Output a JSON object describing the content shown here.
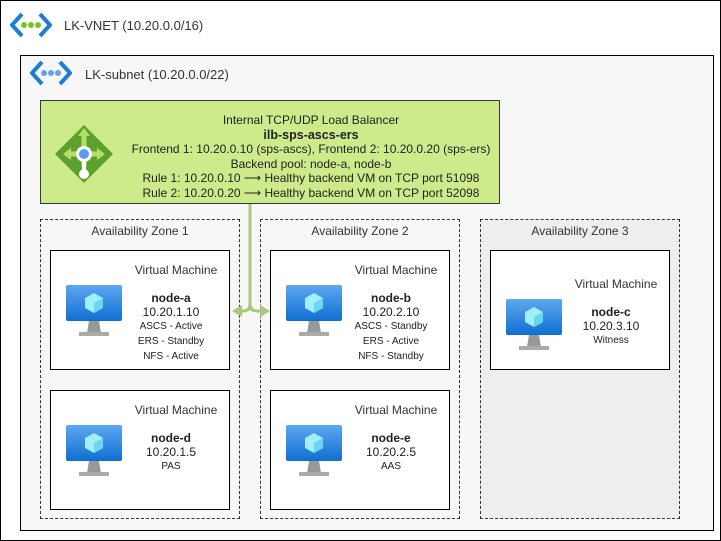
{
  "vnet": {
    "label": "LK-VNET (10.20.0.0/16)"
  },
  "subnet": {
    "label": "LK-subnet (10.20.0.0/22)"
  },
  "load_balancer": {
    "type": "Internal TCP/UDP Load Balancer",
    "name": "ilb-sps-ascs-ers",
    "frontends": "Frontend 1: 10.20.0.10 (sps-ascs), Frontend 2: 10.20.0.20 (sps-ers)",
    "backend_pool": "Backend pool: node-a, node-b",
    "rule1": "Rule 1: 10.20.0.10 ⟶ Healthy backend VM on TCP port 51098",
    "rule2": "Rule 2: 10.20.0.20 ⟶ Healthy backend VM on TCP port 52098"
  },
  "zones": [
    {
      "label": "Availability Zone 1"
    },
    {
      "label": "Availability Zone 2"
    },
    {
      "label": "Availability Zone 3"
    }
  ],
  "vms": {
    "a": {
      "type": "Virtual Machine",
      "name": "node-a",
      "ip": "10.20.1.10",
      "roles": [
        "ASCS - Active",
        "ERS - Standby",
        "NFS - Active"
      ]
    },
    "d": {
      "type": "Virtual Machine",
      "name": "node-d",
      "ip": "10.20.1.5",
      "roles": [
        "PAS"
      ]
    },
    "b": {
      "type": "Virtual Machine",
      "name": "node-b",
      "ip": "10.20.2.10",
      "roles": [
        "ASCS - Standby",
        "ERS - Active",
        "NFS - Standby"
      ]
    },
    "e": {
      "type": "Virtual Machine",
      "name": "node-e",
      "ip": "10.20.2.5",
      "roles": [
        "AAS"
      ]
    },
    "c": {
      "type": "Virtual Machine",
      "name": "node-c",
      "ip": "10.20.3.10",
      "roles": [
        "Witness"
      ]
    }
  },
  "colors": {
    "lb_fill": "#cdeb8b",
    "connector": "#a9c97a",
    "zone3_fill": "#eeeeee"
  }
}
